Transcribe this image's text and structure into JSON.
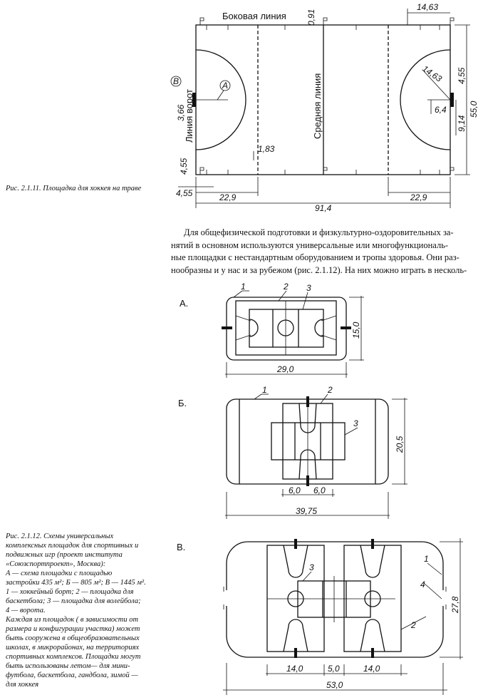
{
  "figure_1": {
    "caption": "Рис. 2.1.11. Площадка для хоккея на траве",
    "labels": {
      "side_line": "Боковая линия",
      "middle_line": "Средняя линия",
      "goal_line": "Линия ворот",
      "marker_a": "A",
      "marker_b": "B"
    },
    "dimensions": {
      "d091": "0,91",
      "d1463_top": "14,63",
      "d1463_radius": "14,63",
      "d366": "3,66",
      "d455_left": "4,55",
      "d455_bottom": "4,55",
      "d455_right": "4,55",
      "d183": "1,83",
      "d64": "6,4",
      "d914": "9,14",
      "d550": "55,0",
      "d229_left": "22,9",
      "d229_right": "22,9",
      "d914_total": "91,4"
    }
  },
  "paragraph": {
    "lines": [
      "Для общефизической подготовки и физкультурно-оздоровительных за-",
      "нятий в основном используются универсальные или многофункциональ-",
      "ные площадки с нестандартным оборудованием и тропы здоровья. Они раз-",
      "нообразны и у нас и за рубежом (рис. 2.1.12). На них можно играть в несколь-"
    ]
  },
  "figure_2": {
    "caption_lines": [
      "Рис. 2.1.12. Схемы универсальных",
      "комплексных площадок для спортивных и",
      "подвижных игр (проект института",
      "«Союзспортпроект», Москва):",
      "А — схема площадки с площадью",
      "застройки 435 м²; Б — 805 м²; В — 1445 м².",
      "1 — хоккейный борт; 2 — площадка для",
      "баскетбола; 3 — площадка для волейбола;",
      "4 — ворота.",
      "Каждая из площадок  ( в зависимости от",
      "размера и конфигурации участка) может",
      "быть сооружена в общеобразовательных",
      "школах, в микрорайонах, на территориях",
      "спортивных комплексов. Площадки могут",
      "быть использованы летом— для мини-",
      "футбола, баскетбола, гандбола, зимой —",
      "для хоккея"
    ],
    "scheme_a": {
      "label": "А.",
      "n1": "1",
      "n2": "2",
      "n3": "3",
      "width": "29,0",
      "height": "15,0"
    },
    "scheme_b": {
      "label": "Б.",
      "n1": "1",
      "n2": "2",
      "n3": "3",
      "half1": "6,0",
      "half2": "6,0",
      "width": "39,75",
      "height": "20,5"
    },
    "scheme_v": {
      "label": "В.",
      "n1": "1",
      "n2": "2",
      "n3": "3",
      "n4": "4",
      "w1": "14,0",
      "w2": "5,0",
      "w3": "14,0",
      "width": "53,0",
      "height": "27,8"
    }
  }
}
